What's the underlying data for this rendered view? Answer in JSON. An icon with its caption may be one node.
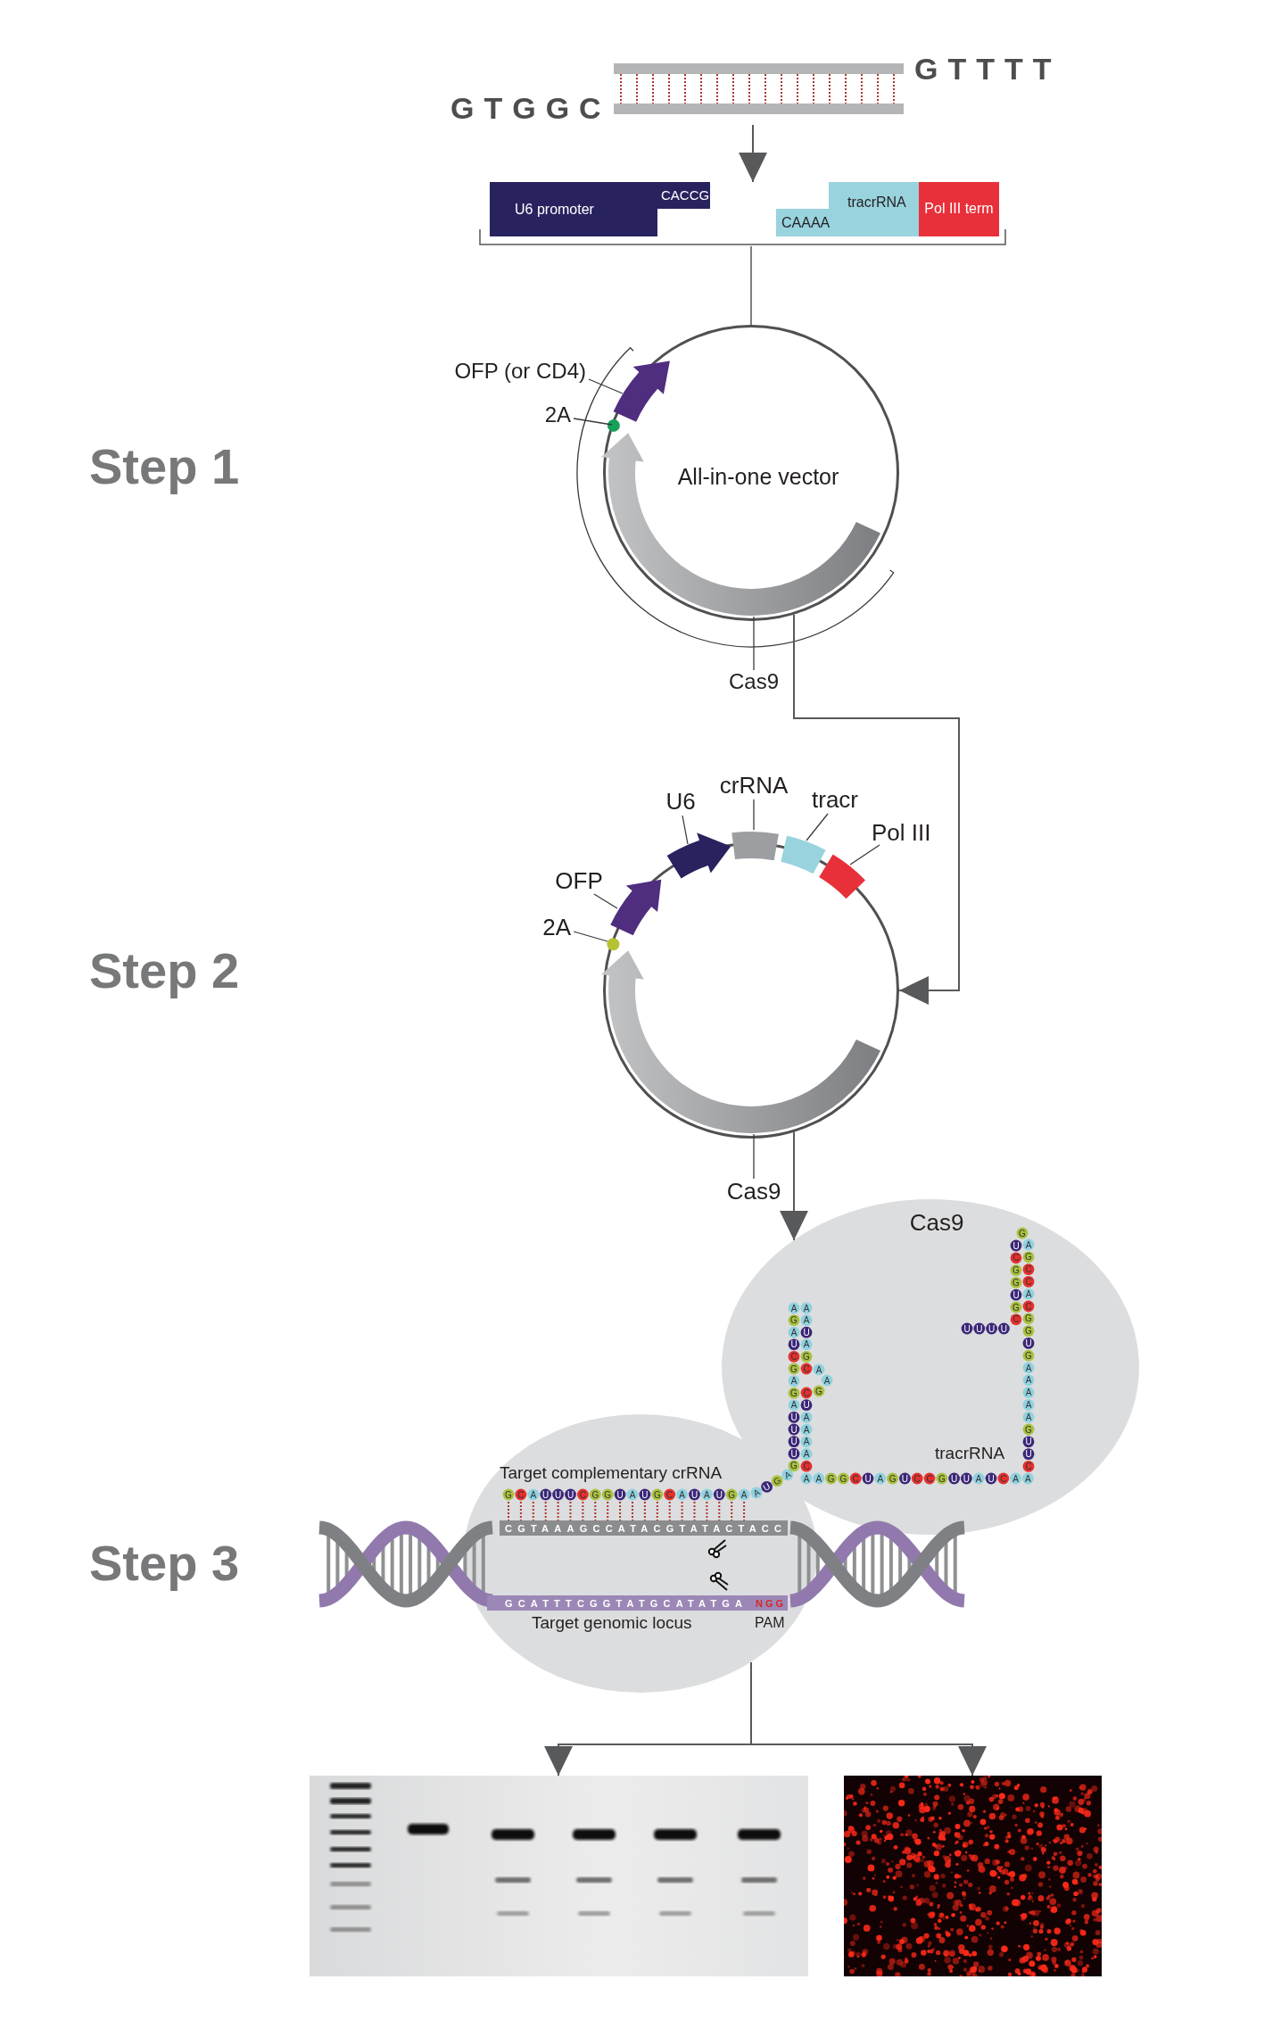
{
  "diagram": {
    "nodes": [
      {
        "text": [
          "GTGGC",
          "GTTTT"
        ]
      },
      {
        "text": [],
        "shape": "bracket"
      },
      {
        "text": [
          "U6 promoter",
          "CACCG"
        ],
        "in": 1
      },
      {
        "text": [
          "CAAAA",
          "tracrRNA"
        ],
        "in": 1
      },
      {
        "text": [
          "Pol III term"
        ],
        "in": 1
      },
      {
        "text": [
          "All-in-one vector"
        ]
      },
      {
        "text": [],
        "shape": "arrow",
        "in": 5
      },
      {
        "text": [],
        "shape": "circle",
        "in": 5
      },
      {
        "text": [],
        "shape": "arrow",
        "in": 5
      },
      {
        "text": [
          "OFP (or CD4)"
        ]
      },
      {
        "text": [
          "2A"
        ]
      },
      {
        "text": [
          "Cas9"
        ]
      },
      {
        "text": [],
        "shape": "circle"
      },
      {
        "text": [],
        "shape": "arrow",
        "in": 12
      },
      {
        "text": [],
        "shape": "circle",
        "in": 12
      },
      {
        "text": [],
        "shape": "arrow",
        "in": 12
      },
      {
        "text": [],
        "shape": "box",
        "in": 12
      },
      {
        "text": [],
        "shape": "box",
        "in": 12
      },
      {
        "text": [],
        "shape": "box",
        "in": 12
      },
      {
        "text": [],
        "shape": "arrow",
        "in": 12
      },
      {
        "text": [
          "OFP"
        ]
      },
      {
        "text": [
          "2A"
        ]
      },
      {
        "text": [
          "U6"
        ]
      },
      {
        "text": [
          "crRNA"
        ]
      },
      {
        "text": [
          "tracr"
        ]
      },
      {
        "text": [
          "Pol III"
        ]
      },
      {
        "text": [
          "Cas9"
        ]
      },
      {
        "text": [
          "Cas9"
        ]
      },
      {
        "text": [],
        "shape": "picture"
      },
      {
        "text": [],
        "shape": "picture"
      }
    ],
    "edges": [
      {
        "from": 0,
        "to": 1,
        "arrow": "to"
      },
      {
        "from": 1,
        "to": 5,
        "arrow": "none"
      },
      {
        "from": 9,
        "to": 6,
        "arrow": "none"
      },
      {
        "from": 10,
        "to": 7,
        "arrow": "none"
      },
      {
        "from": 11,
        "to": 8,
        "arrow": "none"
      },
      {
        "from": 5,
        "to": 12,
        "arrow": "to"
      },
      {
        "from": 20,
        "to": 13,
        "arrow": "none"
      },
      {
        "from": 21,
        "to": 14,
        "arrow": "none"
      },
      {
        "from": 22,
        "to": 15,
        "arrow": "none"
      },
      {
        "from": 23,
        "to": 16,
        "arrow": "none"
      },
      {
        "from": 24,
        "to": 17,
        "arrow": "none"
      },
      {
        "from": 25,
        "to": 18,
        "arrow": "none"
      },
      {
        "from": 26,
        "to": 19,
        "arrow": "none"
      },
      {
        "from": 12,
        "to": 27,
        "arrow": "to"
      },
      {
        "from": 27,
        "to": 28,
        "arrow": "to"
      },
      {
        "from": 27,
        "to": 29,
        "arrow": "to"
      }
    ],
    "labels": [
      "Step 1",
      "Step 2",
      "Target complementary crRNA",
      "G C A U U U C G G U A U G C A U A U G A",
      "AUGA",
      "AGAUCGAGAUUUUG",
      "AAUAGC",
      "AAG",
      "CUAAAAC",
      "A A G G C U A G U C C G U U A U C A A",
      "AGCCACGGUGAAAAAGUUC",
      "G",
      "UCGGUGC",
      "U U U U",
      "tracrRNA",
      "Step 3",
      "CGTAAAGCCATACGTATACTACC",
      "GCATTTCGGTATGCATATGA",
      "NGG",
      "Target genomic locus",
      "PAM"
    ]
  }
}
